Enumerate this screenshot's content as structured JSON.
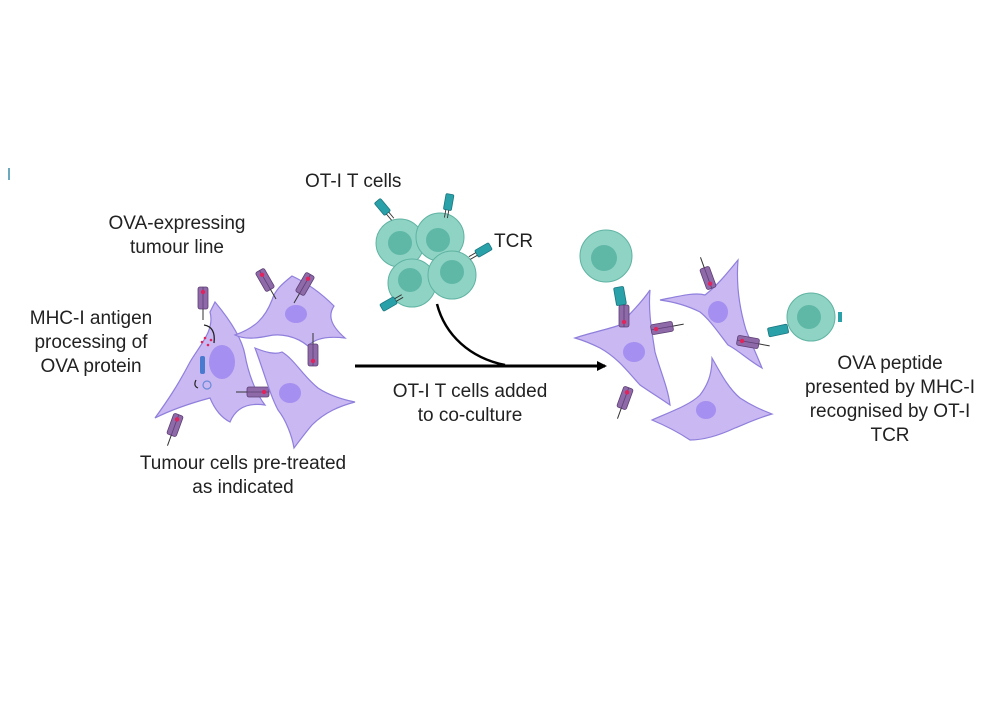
{
  "diagram": {
    "title": "OT-I T cell co-culture assay",
    "labels": {
      "tumour_line": [
        "OVA-expressing",
        "tumour line"
      ],
      "mhc_processing": [
        "MHC-I antigen",
        "processing of",
        "OVA protein"
      ],
      "pretreated": [
        "Tumour cells pre-treated",
        "as indicated"
      ],
      "ot1_cells": [
        "OT-I T cells"
      ],
      "tcr": [
        "TCR"
      ],
      "added": [
        "OT-I T cells added",
        "to co-culture"
      ],
      "recognition": [
        "OVA peptide",
        "presented by MHC-I",
        "recognised by OT-I",
        "TCR"
      ]
    },
    "colors": {
      "tumour_cell_fill": "#c9b8f2",
      "tumour_cell_stroke": "#8f7fdc",
      "nucleus_fill": "#a58ff0",
      "tcell_fill": "#8fd3c4",
      "tcell_stroke": "#5fb3a2",
      "tcell_nucleus": "#5fb8a6",
      "mhc_fill": "#8e6aa8",
      "peptide_dot": "#e0245e",
      "tcr_fill": "#2aa0a8",
      "arrow": "#000000"
    }
  }
}
